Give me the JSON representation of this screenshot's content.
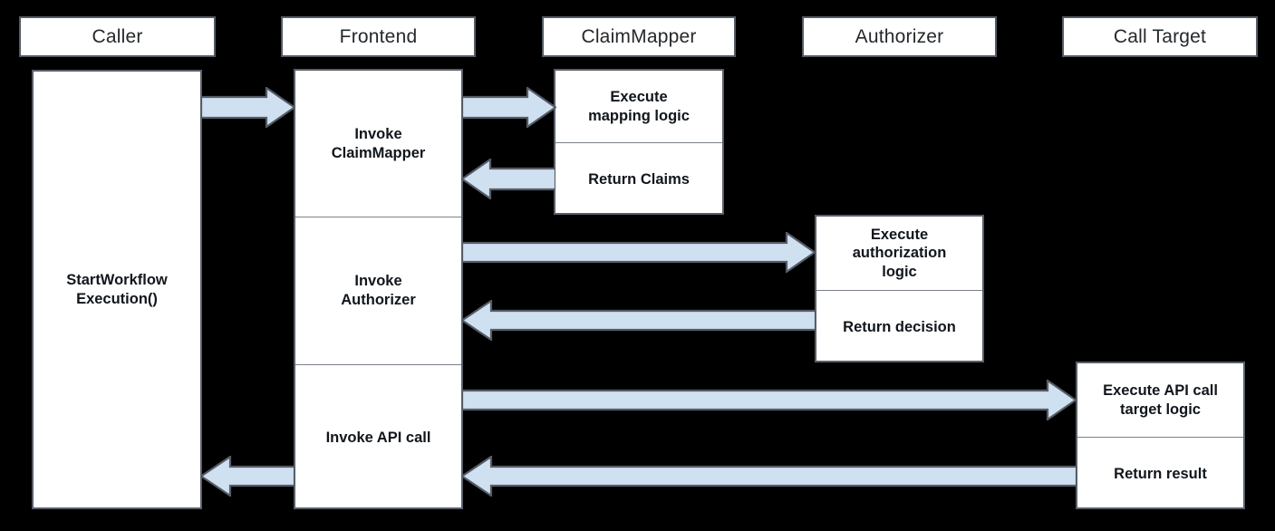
{
  "diagram": {
    "title": "Workflow authorization sequence diagram",
    "type": "sequence-diagram",
    "background_color": "#000000",
    "box_fill": "#ffffff",
    "box_border_color": "#595f69",
    "arrow_fill": "#cfe0f1",
    "arrow_border_color": "#555c66",
    "text_color": "#11161c"
  },
  "lifelines": [
    {
      "id": "caller",
      "label": "Caller"
    },
    {
      "id": "frontend",
      "label": "Frontend"
    },
    {
      "id": "claimmapper",
      "label": "ClaimMapper"
    },
    {
      "id": "authorizer",
      "label": "Authorizer"
    },
    {
      "id": "calltarget",
      "label": "Call Target"
    }
  ],
  "activations": {
    "caller": [
      {
        "label": "StartWorkflow\nExecution()"
      }
    ],
    "frontend": [
      {
        "label": "Invoke\nClaimMapper"
      },
      {
        "label": "Invoke\nAuthorizer"
      },
      {
        "label": "Invoke API call"
      }
    ],
    "claimmapper": [
      {
        "label": "Execute\nmapping logic"
      },
      {
        "label": "Return Claims"
      }
    ],
    "authorizer": [
      {
        "label": "Execute\nauthorization\nlogic"
      },
      {
        "label": "Return decision"
      }
    ],
    "calltarget": [
      {
        "label": "Execute API call\ntarget logic"
      },
      {
        "label": "Return result"
      }
    ]
  },
  "messages": [
    {
      "id": "msg-caller-to-frontend",
      "from": "caller",
      "to": "frontend",
      "direction": "right",
      "label": ""
    },
    {
      "id": "msg-frontend-to-claimmapper",
      "from": "frontend",
      "to": "claimmapper",
      "direction": "right",
      "label": ""
    },
    {
      "id": "msg-claimmapper-to-frontend",
      "from": "claimmapper",
      "to": "frontend",
      "direction": "left",
      "label": ""
    },
    {
      "id": "msg-frontend-to-authorizer",
      "from": "frontend",
      "to": "authorizer",
      "direction": "right",
      "label": ""
    },
    {
      "id": "msg-authorizer-to-frontend",
      "from": "authorizer",
      "to": "frontend",
      "direction": "left",
      "label": ""
    },
    {
      "id": "msg-frontend-to-calltarget",
      "from": "frontend",
      "to": "calltarget",
      "direction": "right",
      "label": ""
    },
    {
      "id": "msg-calltarget-to-frontend",
      "from": "calltarget",
      "to": "frontend",
      "direction": "left",
      "label": ""
    },
    {
      "id": "msg-frontend-to-caller",
      "from": "frontend",
      "to": "caller",
      "direction": "left",
      "label": ""
    }
  ]
}
